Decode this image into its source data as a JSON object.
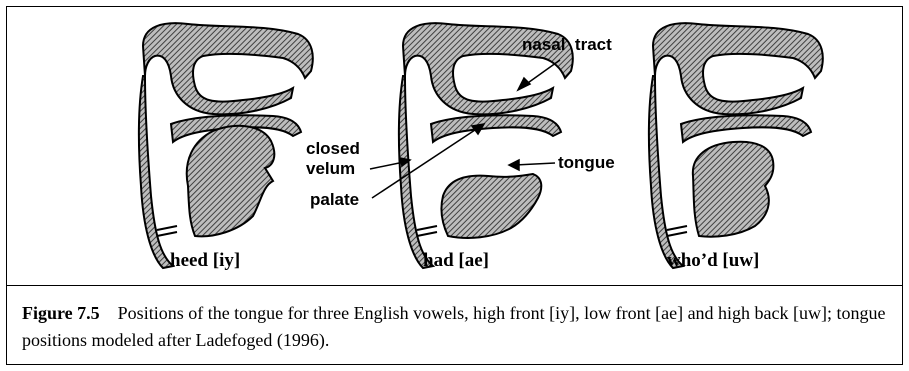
{
  "panels": [
    {
      "label": "heed [iy]"
    },
    {
      "label": "had [ae]"
    },
    {
      "label": "who’d [uw]"
    }
  ],
  "annotations": {
    "nasal_tract": "nasal  tract",
    "closed": "closed",
    "velum": "velum",
    "palate": "palate",
    "tongue": "tongue"
  },
  "caption": {
    "figure_number": "Figure 7.5",
    "text": "Positions of the tongue for three English vowels, high front [iy], low front [ae] and high back [uw]; tongue positions modeled after Ladefoged (1996)."
  },
  "colors": {
    "accent_stripe": "#3355dd",
    "ink": "#000000",
    "hatch_fill": "#606060"
  }
}
